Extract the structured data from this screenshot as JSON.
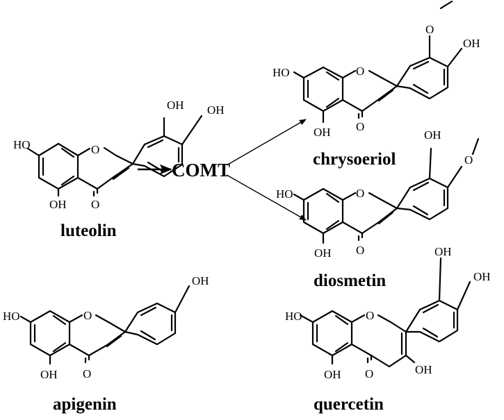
{
  "enzyme": {
    "label": "COMT"
  },
  "atoms": {
    "oh": "OH",
    "ho": "HO",
    "o": "O"
  },
  "compounds": {
    "luteolin": {
      "name": "luteolin"
    },
    "chrysoeriol": {
      "name": "chrysoeriol"
    },
    "diosmetin": {
      "name": "diosmetin"
    },
    "apigenin": {
      "name": "apigenin"
    },
    "quercetin": {
      "name": "quercetin"
    }
  }
}
